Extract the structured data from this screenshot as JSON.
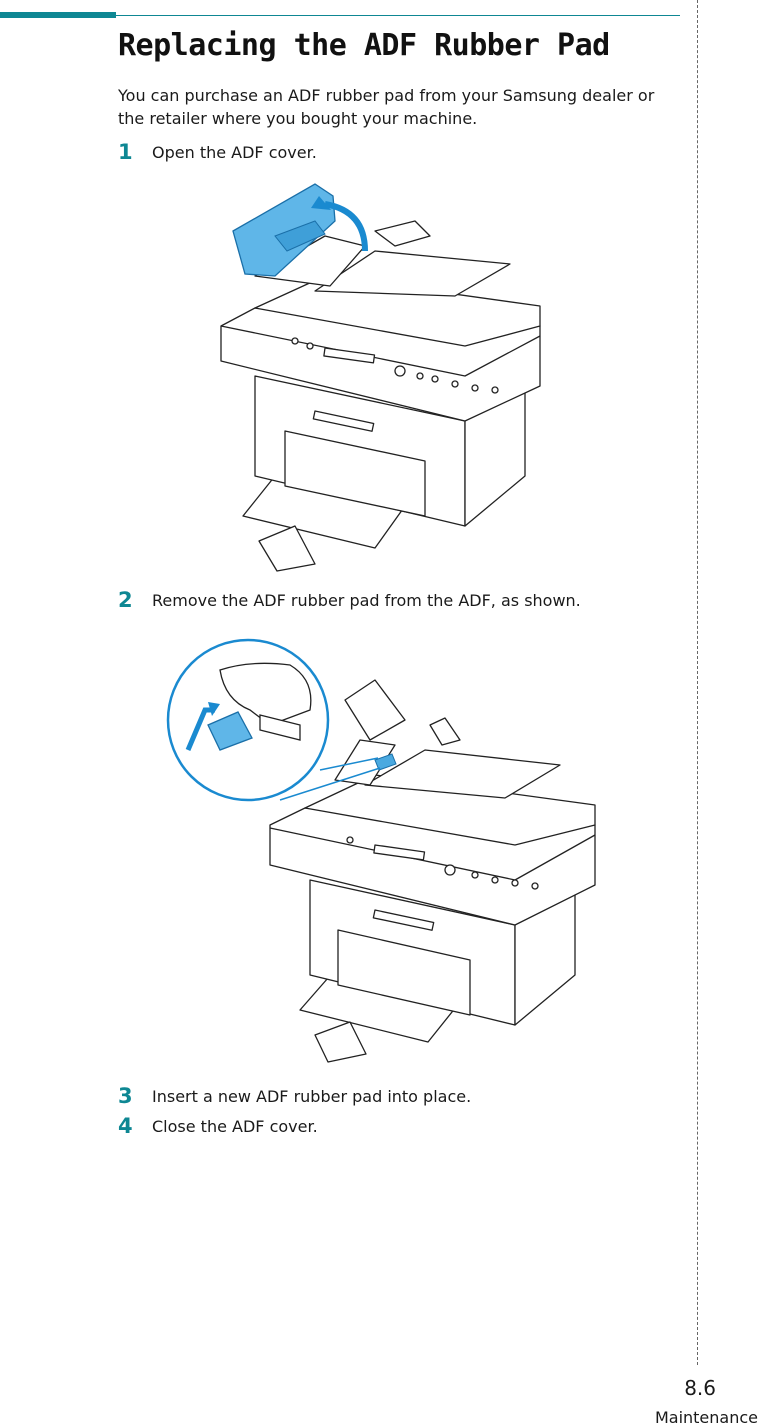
{
  "title": "Replacing the ADF Rubber Pad",
  "intro": "You can purchase an ADF rubber pad from your Samsung dealer or the retailer where you bought your machine.",
  "steps": [
    {
      "number": "1",
      "text": "Open the ADF cover."
    },
    {
      "number": "2",
      "text": "Remove the ADF rubber pad from the ADF, as shown."
    },
    {
      "number": "3",
      "text": "Insert a new ADF rubber pad into place."
    },
    {
      "number": "4",
      "text": "Close the ADF cover."
    }
  ],
  "footer": {
    "page_number": "8.6",
    "section": "Maintenance"
  },
  "colors": {
    "accent": "#0e8793",
    "highlight": "#1a8ad0"
  }
}
